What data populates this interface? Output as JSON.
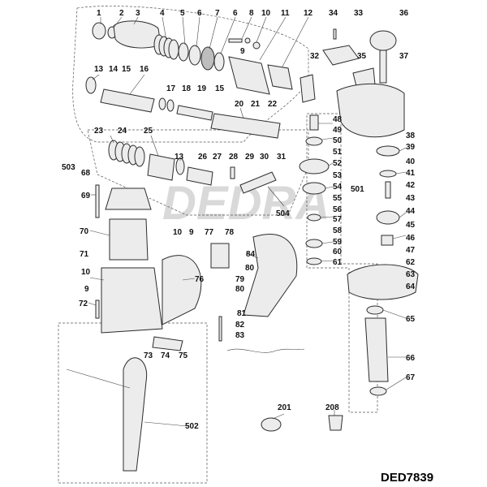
{
  "diagram": {
    "model_code": "DED7839",
    "watermark": "DEDRA",
    "labels": {
      "l1": "1",
      "l2": "2",
      "l3": "3",
      "l4": "4",
      "l5": "5",
      "l6": "6",
      "l7": "7",
      "l6b": "6",
      "l8": "8",
      "l10": "10",
      "l11": "11",
      "l12": "12",
      "l34": "34",
      "l33": "33",
      "l36": "36",
      "l9a": "9",
      "l32": "32",
      "l35": "35",
      "l37": "37",
      "l13a": "13",
      "l14": "14",
      "l15a": "15",
      "l16": "16",
      "l17": "17",
      "l18": "18",
      "l19": "19",
      "l15b": "15",
      "l20": "20",
      "l21": "21",
      "l22": "22",
      "l23": "23",
      "l24": "24",
      "l25": "25",
      "l48": "48",
      "l49": "49",
      "l50": "50",
      "l51": "51",
      "l52": "52",
      "l53": "53",
      "l54": "54",
      "l55": "55",
      "l56": "56",
      "l57": "57",
      "l58": "58",
      "l59": "59",
      "l60": "60",
      "l61": "61",
      "l38": "38",
      "l39": "39",
      "l40": "40",
      "l41": "41",
      "l42": "42",
      "l43": "43",
      "l44": "44",
      "l45": "45",
      "l46": "46",
      "l47": "47",
      "l62": "62",
      "l63": "63",
      "l64": "64",
      "l65": "65",
      "l66": "66",
      "l67": "67",
      "l503": "503",
      "l68": "68",
      "l13b": "13",
      "l26": "26",
      "l27": "27",
      "l28": "28",
      "l29": "29",
      "l30": "30",
      "l31": "31",
      "l501": "501",
      "l69": "69",
      "l504": "504",
      "l70": "70",
      "l10b": "10",
      "l9b": "9",
      "l77": "77",
      "l78": "78",
      "l84": "84",
      "l71": "71",
      "l10c": "10",
      "l9c": "9",
      "l72": "72",
      "l76": "76",
      "l80a": "80",
      "l79": "79",
      "l80b": "80",
      "l81": "81",
      "l82": "82",
      "l83": "83",
      "l73": "73",
      "l74": "74",
      "l75": "75",
      "l201": "201",
      "l208": "208",
      "l502": "502"
    }
  }
}
